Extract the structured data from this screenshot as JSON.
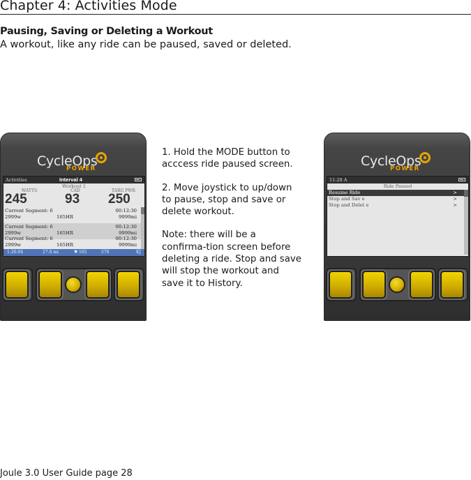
{
  "chapter_title": "Chapter 4: Activities Mode",
  "section_heading": "Pausing, Saving or Deleting a Workout",
  "section_intro": "A workout, like any ride can be paused, saved or deleted.",
  "instructions": [
    "1. Hold the MODE button to acccess ride paused screen.",
    "2. Move joystick to up/down to pause, stop and save or delete workout.",
    "Note: there will be a confirma-tion screen before deleting a ride.  Stop and save will stop the workout and save it to History."
  ],
  "footer": "Joule 3.0 User Guide page 28",
  "device": {
    "brand_name": "CycleOps",
    "brand_sub": "POWER",
    "accent_color": "#e9a400"
  },
  "left_screen": {
    "top_left": "Activities",
    "title": "Interval 4",
    "subtitle": "Workout 1",
    "metrics": [
      {
        "label": "WATTS",
        "value": "245"
      },
      {
        "label": "CAD",
        "value": "93"
      },
      {
        "label": "TARG PWR",
        "value": "250"
      }
    ],
    "segments": [
      {
        "label": "Current Segment:  6",
        "time": "00:12:30",
        "watts": "2999w",
        "hr": "165HR",
        "dist": "9999mi"
      },
      {
        "label": "Current Segment:  6",
        "time": "00:12:30",
        "watts": "2999w",
        "hr": "165HR",
        "dist": "9999mi"
      },
      {
        "label": "Current Segment:  6",
        "time": "00:12:30",
        "watts": "2999w",
        "hr": "165HR",
        "dist": "9999mi"
      }
    ],
    "status": {
      "time": "1:26:04",
      "distance": "27.8 mi",
      "heart": "165",
      "kj_value": "578",
      "kj_unit": "KJ"
    }
  },
  "right_screen": {
    "top_left": "11:28 A",
    "title": "Ride Paused",
    "menu": [
      {
        "label": "Resume Ride",
        "selected": true
      },
      {
        "label": "Stop and Sav   e",
        "selected": false
      },
      {
        "label": "Stop and Delet   e",
        "selected": false
      }
    ],
    "arrow": ">"
  }
}
